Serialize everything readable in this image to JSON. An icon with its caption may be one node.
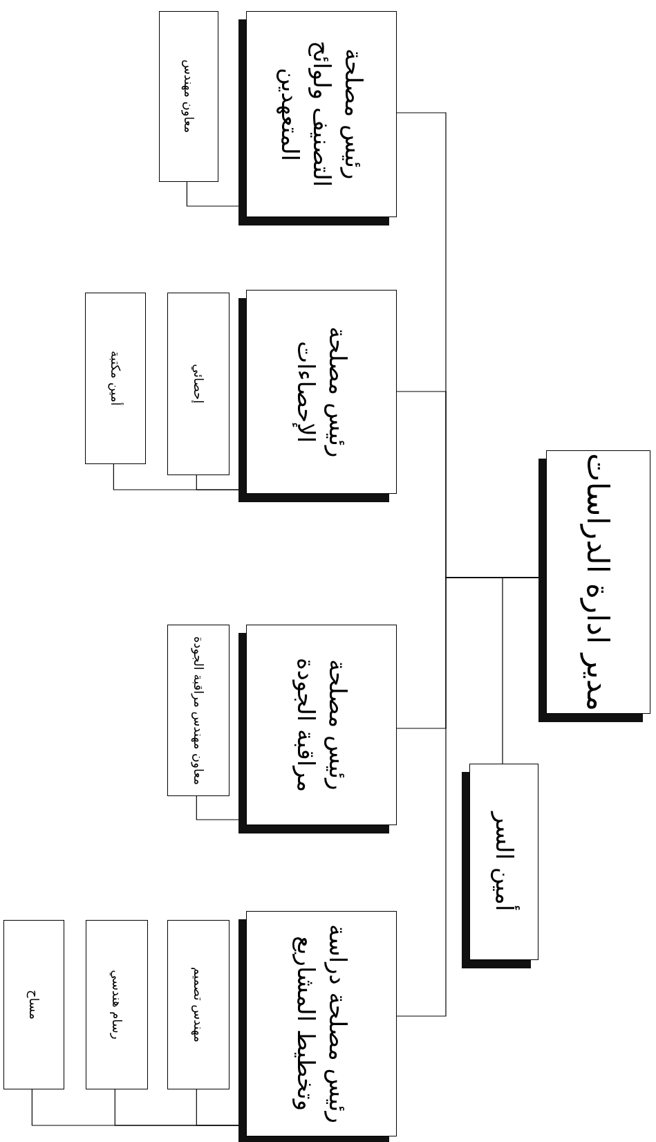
{
  "diagram": {
    "nodes": [
      {
        "text": [
          "مدير ادارة الدراسات"
        ]
      },
      {
        "text": [
          "أمين السر"
        ]
      },
      {
        "text": [
          "رئيس مصلحة التصنيف ولوائح المتعهدين"
        ]
      },
      {
        "text": [
          "معاون مهندس"
        ]
      },
      {
        "text": [
          "رئيس مصلحة الإحصاءات"
        ]
      },
      {
        "text": [
          "إحصائي"
        ]
      },
      {
        "text": [
          "أمين مكتبة"
        ]
      },
      {
        "text": [
          "رئيس مصلحة مراقبة الجودة"
        ]
      },
      {
        "text": [
          "معاون مهندس مراقبة الجودة"
        ]
      },
      {
        "text": [
          "رئيس مصلحة دراسة وتخطيط المشاريع"
        ]
      },
      {
        "text": [
          "مهندس تصميم"
        ]
      },
      {
        "text": [
          "رسام هندسي"
        ]
      },
      {
        "text": [
          "مساح"
        ]
      }
    ],
    "edges": [
      {
        "from": 0,
        "to": 1,
        "arrow": "none"
      },
      {
        "from": 0,
        "to": 2,
        "arrow": "none"
      },
      {
        "from": 0,
        "to": 4,
        "arrow": "none"
      },
      {
        "from": 0,
        "to": 7,
        "arrow": "none"
      },
      {
        "from": 0,
        "to": 9,
        "arrow": "none"
      },
      {
        "from": 2,
        "to": 3,
        "arrow": "none"
      },
      {
        "from": 4,
        "to": 5,
        "arrow": "none"
      },
      {
        "from": 4,
        "to": 6,
        "arrow": "none"
      },
      {
        "from": 7,
        "to": 8,
        "arrow": "none"
      },
      {
        "from": 9,
        "to": 10,
        "arrow": "none"
      },
      {
        "from": 9,
        "to": 11,
        "arrow": "none"
      },
      {
        "from": 9,
        "to": 12,
        "arrow": "none"
      }
    ]
  }
}
